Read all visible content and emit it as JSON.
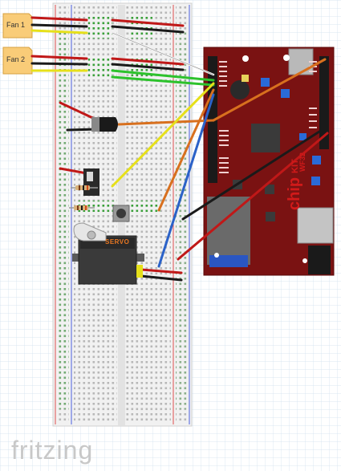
{
  "fans": [
    {
      "label": "Fan 1"
    },
    {
      "label": "Fan 2"
    }
  ],
  "servo": {
    "label": "SERVO"
  },
  "board": {
    "brand": "chip",
    "brand_suffix": "KIT",
    "model": "WF32"
  },
  "watermark": {
    "text": "fritzing"
  },
  "colors": {
    "wire_red": "#c01818",
    "wire_black": "#1a1a1a",
    "wire_yellow": "#e6e01a",
    "wire_green": "#2cc22c",
    "wire_blue": "#2b62c8",
    "wire_orange": "#d8701e",
    "wire_white": "#f4f4f4",
    "board_red": "#7a1212"
  }
}
